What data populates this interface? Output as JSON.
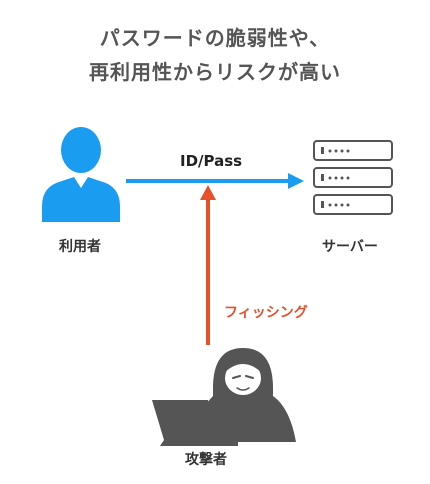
{
  "title": {
    "line1": "パスワードの脆弱性や、",
    "line2": "再利用性からリスクが高い"
  },
  "nodes": {
    "user": {
      "label": "利用者",
      "icon": "user-icon"
    },
    "server": {
      "label": "サーバー",
      "icon": "server-icon"
    },
    "attacker": {
      "label": "攻撃者",
      "icon": "hacker-laptop-icon"
    }
  },
  "edges": {
    "credentials": {
      "label": "ID/Pass"
    },
    "phishing": {
      "label": "フィッシング"
    }
  },
  "colors": {
    "title": "#555555",
    "user_icon": "#1a9cf0",
    "credentials_arrow": "#1a9cf0",
    "phishing_arrow": "#e8502a",
    "phishing_text": "#e8502a",
    "server_icon": "#555555",
    "attacker_icon": "#555555"
  }
}
